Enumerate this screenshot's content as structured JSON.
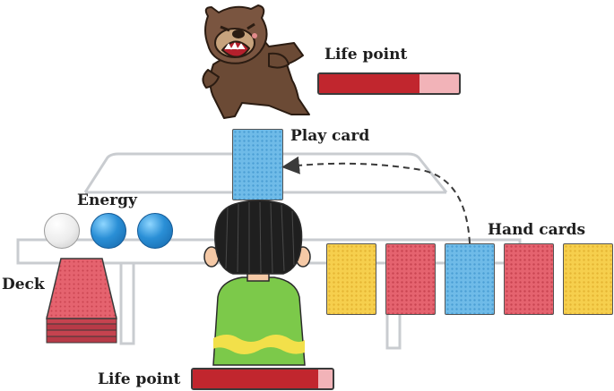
{
  "enemy": {
    "name": "bear",
    "life_label": "Life point",
    "life_fraction": 0.72
  },
  "player": {
    "life_label": "Life point",
    "life_fraction": 0.9
  },
  "play_area": {
    "label": "Play card",
    "card_color": "blue"
  },
  "energy": {
    "label": "Energy",
    "orbs": [
      "empty",
      "full",
      "full"
    ]
  },
  "deck": {
    "label": "Deck",
    "card_color": "red"
  },
  "hand": {
    "label": "Hand cards",
    "cards": [
      "yellow",
      "red",
      "blue",
      "red",
      "yellow"
    ]
  },
  "colors": {
    "life_fill": "#c1262e",
    "life_empty": "#f2b3b8",
    "card_blue": "#6fbbe8",
    "card_red": "#e5636f",
    "card_yellow": "#f6cf4d",
    "energy_full": "#2a8fd6"
  }
}
